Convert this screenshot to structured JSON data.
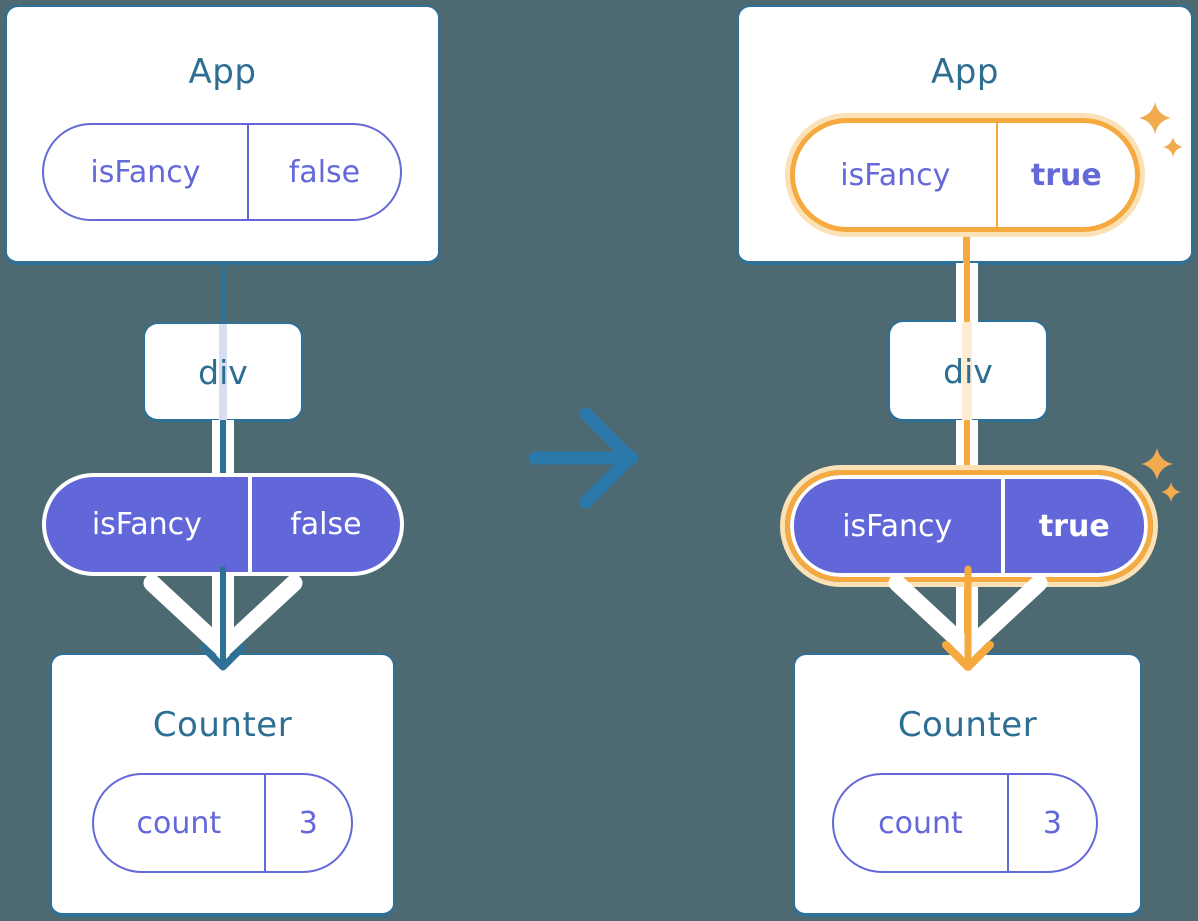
{
  "diagram_title": "Prop flow through component tree (before and after isFancy changes)",
  "colors": {
    "background": "#4d6972",
    "card-stroke": "#2e7096",
    "teal-text": "#2d6e93",
    "line-teal": "#2e7096",
    "purple": "#6468d8",
    "purple-fill": "#6166d8",
    "orange": "#f5a93f",
    "orange-glow": "#fbe2b6",
    "orange-star": "#f2ab4e",
    "lavender-stripe": "#d8ddf2",
    "pale-orange-stripe": "#fdecd1",
    "mid-arrow": "#2b78ab",
    "white": "#ffffff"
  },
  "before": {
    "app_title": "App",
    "app_prop_name": "isFancy",
    "app_prop_value": "false",
    "div_label": "div",
    "flow_prop_name": "isFancy",
    "flow_prop_value": "false",
    "counter_title": "Counter",
    "counter_state_name": "count",
    "counter_state_value": "3",
    "highlighted": false
  },
  "after": {
    "app_title": "App",
    "app_prop_name": "isFancy",
    "app_prop_value": "true",
    "div_label": "div",
    "flow_prop_name": "isFancy",
    "flow_prop_value": "true",
    "counter_title": "Counter",
    "counter_state_name": "count",
    "counter_state_value": "3",
    "highlighted": true
  },
  "icons": {
    "transition": "arrow-right-icon",
    "flow": "arrow-down-icon",
    "highlight": "sparkle-icon"
  }
}
